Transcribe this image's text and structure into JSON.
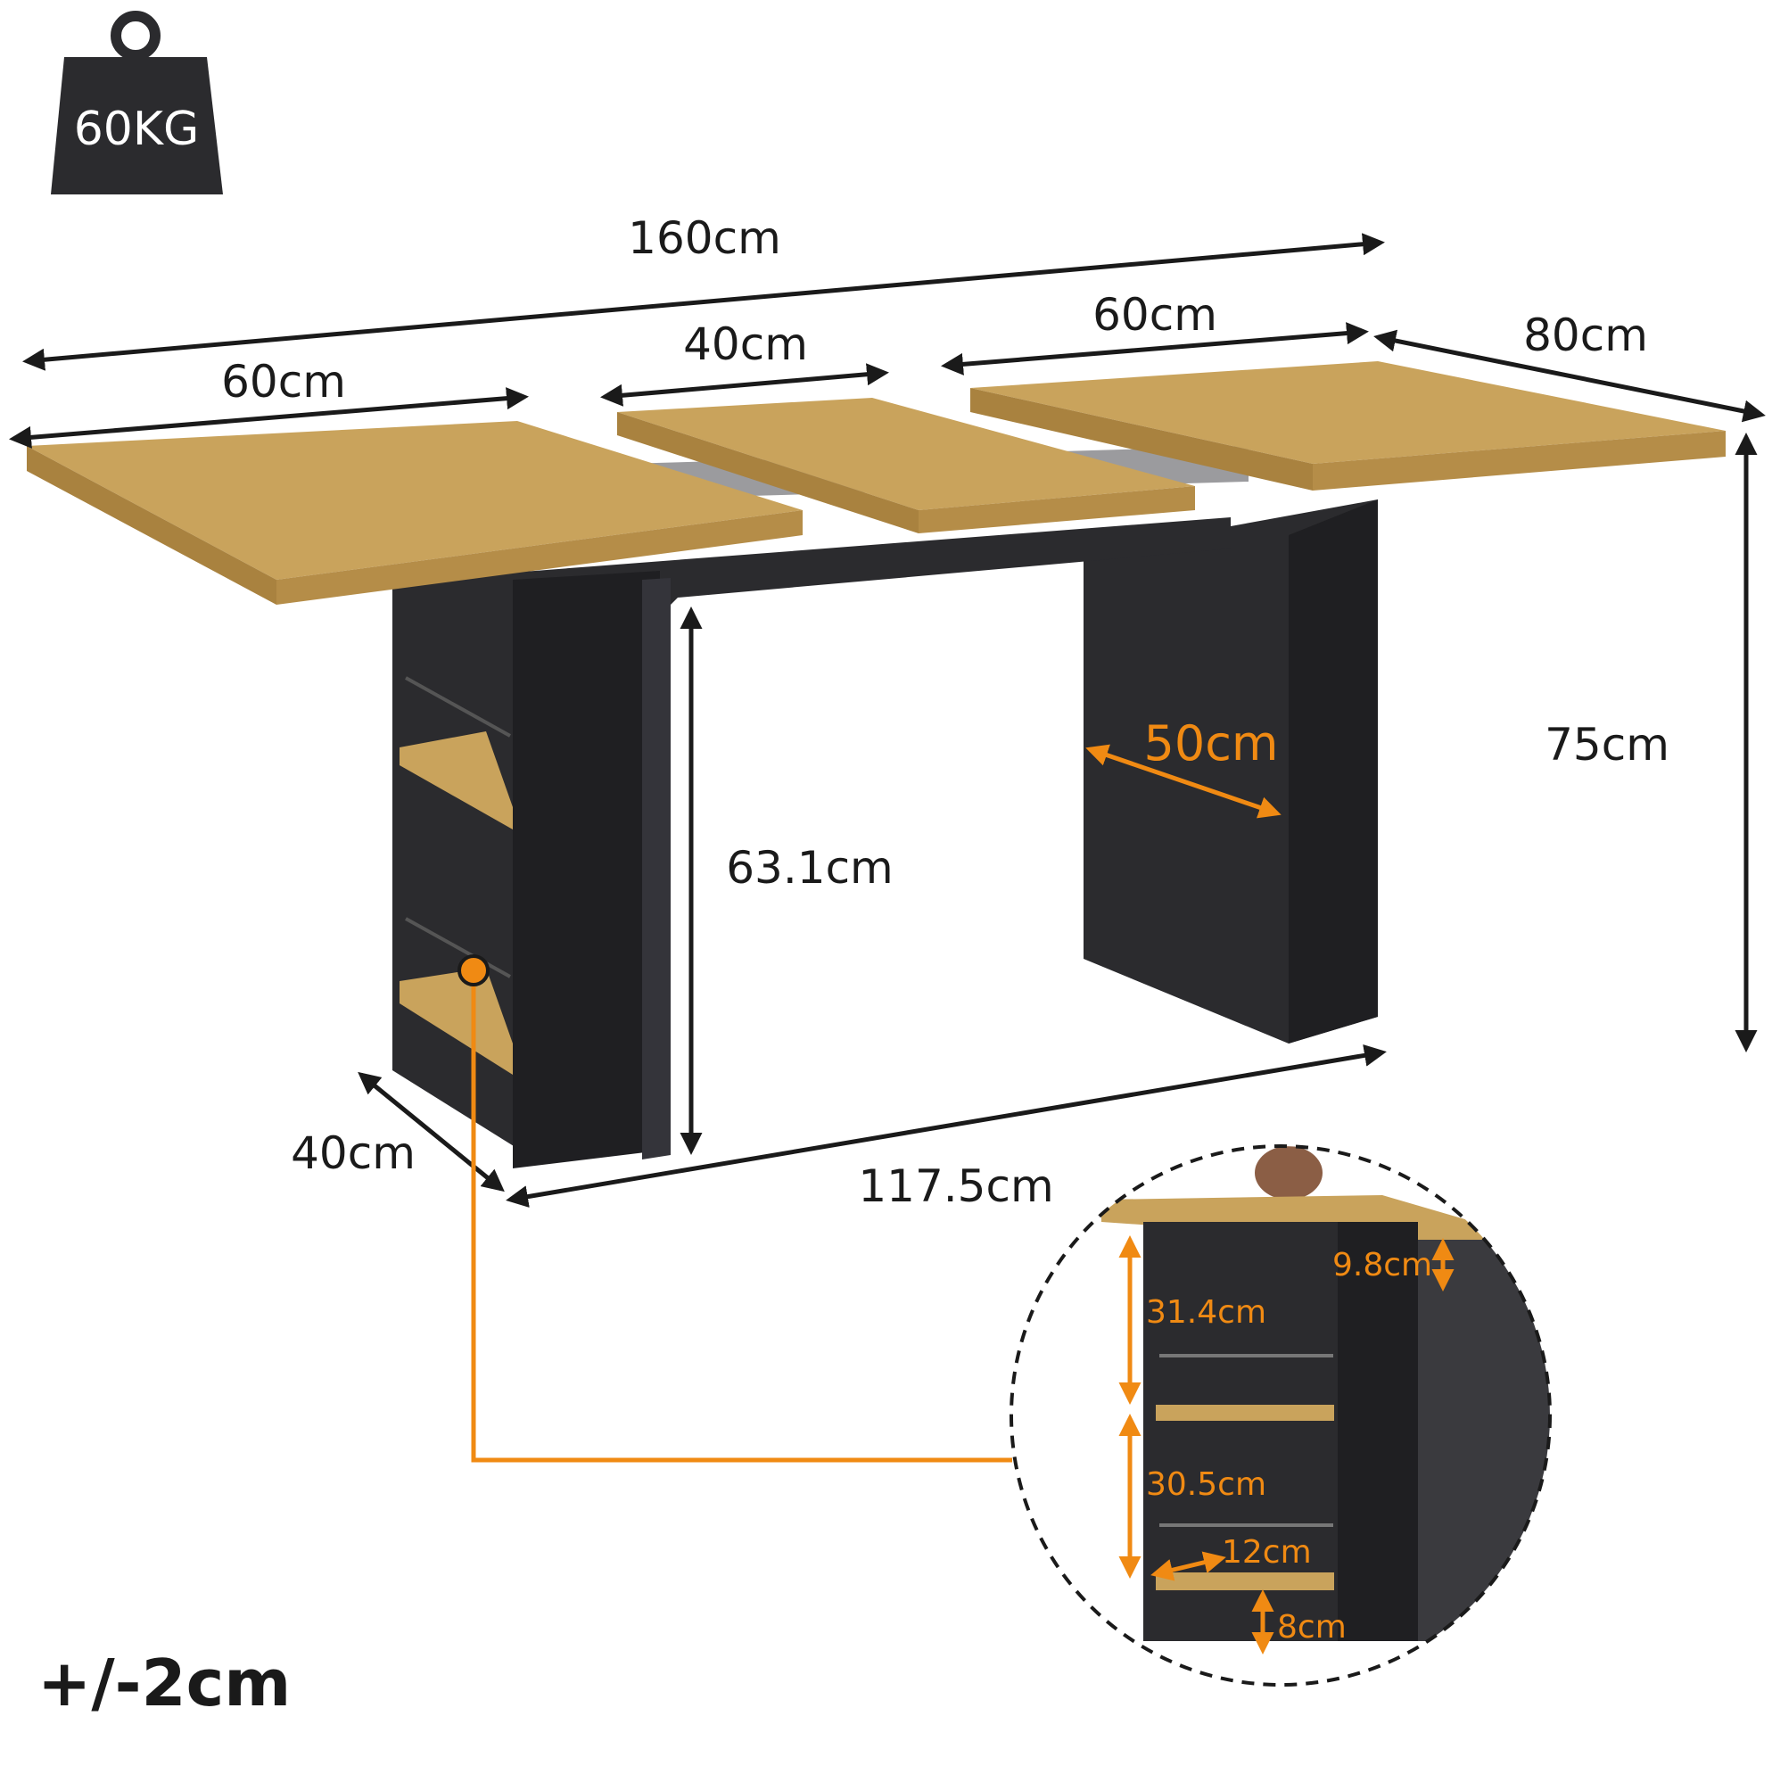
{
  "weight": {
    "label": "60KG"
  },
  "tolerance": "+/-2cm",
  "dimensions": {
    "total_length": "160cm",
    "left_leaf": "60cm",
    "middle_leaf": "40cm",
    "right_leaf": "60cm",
    "depth": "80cm",
    "table_height": "75cm",
    "clearance_height": "63.1cm",
    "leg_depth": "50cm",
    "shelf_depth": "40cm",
    "base_length": "117.5cm"
  },
  "detail": {
    "top_gap": "9.8cm",
    "upper_shelf": "31.4cm",
    "lower_shelf": "30.5cm",
    "shelf_width": "12cm",
    "bottom_gap": "8cm"
  },
  "colors": {
    "wood": "#c9a35c",
    "wood_dark": "#a9823f",
    "panel": "#2b2b2e",
    "accent": "#f08a13"
  }
}
